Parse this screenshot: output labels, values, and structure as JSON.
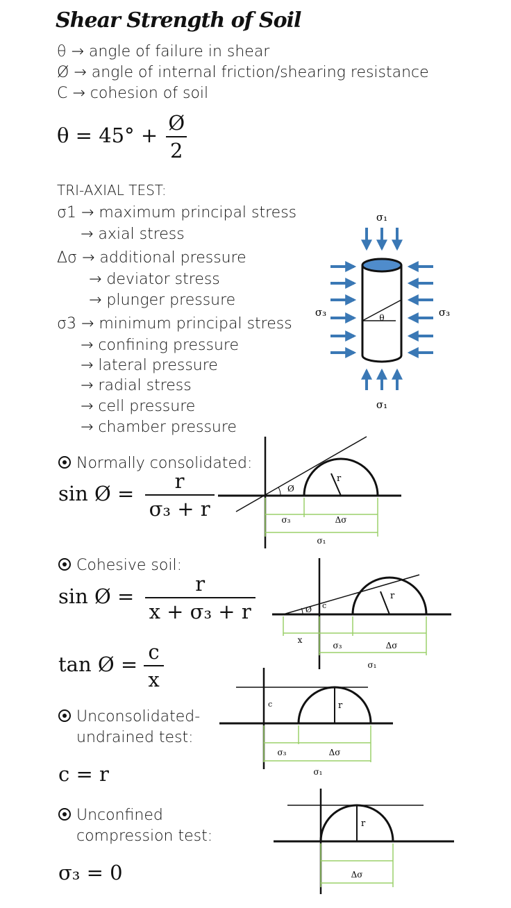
{
  "title": "Shear Strength of Soil",
  "definitions": [
    "θ → angle of failure in shear",
    "Ø → angle of internal friction/shearing resistance",
    "C → cohesion of soil"
  ],
  "theta_formula": {
    "lhs": "θ = 45° +",
    "num": "Ø",
    "den": "2"
  },
  "triaxial": {
    "heading": "TRI-AXIAL TEST:",
    "lines": [
      "σ1 → maximum principal stress",
      "→ axial stress",
      "Δσ → additional pressure",
      "→ deviator stress",
      "→ plunger pressure",
      "σ3 → minimum principal stress",
      "→ confining pressure",
      "→ lateral pressure",
      "→ radial stress",
      "→ cell pressure",
      "→ chamber pressure"
    ]
  },
  "cylinder_labels": {
    "top": "σ₁",
    "bottom": "σ₁",
    "left": "σ₃",
    "right": "σ₃",
    "angle": "θ"
  },
  "sections": {
    "normal": {
      "heading": "Normally consolidated:",
      "lhs": "sin Ø =",
      "num": "r",
      "den": "σ₃ + r"
    },
    "cohesive": {
      "heading": "Cohesive soil:",
      "lhs": "sin Ø =",
      "num": "r",
      "den": "x + σ₃ + r",
      "tan_lhs": "tan Ø =",
      "tan_num": "c",
      "tan_den": "x"
    },
    "uu": {
      "heading_1": "Unconsolidated-",
      "heading_2": "undrained test:",
      "formula": "c = r"
    },
    "unconfined": {
      "heading_1": "Unconfined",
      "heading_2": "compression test:",
      "formula": "σ₃ = 0"
    }
  },
  "mohr_labels": {
    "phi": "Ø",
    "r": "r",
    "sigma3": "σ₃",
    "delta_sigma": "Δσ",
    "sigma1": "σ₁",
    "c": "c",
    "x": "x"
  },
  "colors": {
    "arrow": "#3a78b5",
    "cap": "#4f8ccc",
    "dimension": "#9bd06a",
    "ink": "#111111"
  }
}
